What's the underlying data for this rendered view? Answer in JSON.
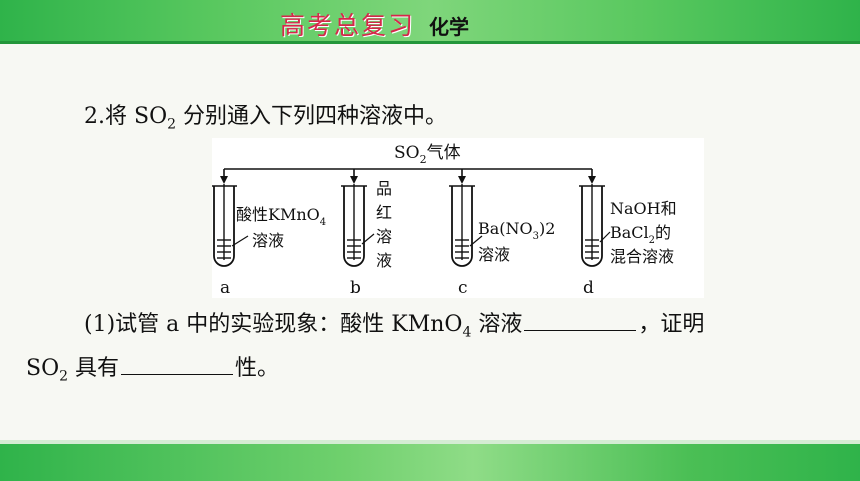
{
  "header": {
    "title": "高考总复习",
    "subject": "化学"
  },
  "question": {
    "number": "2.",
    "intro_prefix": "将 SO",
    "intro_sub": "2",
    "intro_suffix": " 分别通入下列四种溶液中。"
  },
  "figure": {
    "gas_label": "SO",
    "gas_sub": "2",
    "gas_suffix": "气体",
    "tubes": [
      {
        "letter": "a",
        "label_lines": [
          "酸性KMnO",
          "溶液"
        ],
        "label_sub": "4"
      },
      {
        "letter": "b",
        "label_lines": [
          "品",
          "红",
          "溶",
          "液"
        ]
      },
      {
        "letter": "c",
        "label_lines": [
          "Ba(NO",
          "溶液"
        ],
        "label_sub": "3",
        "label_tail": ")2"
      },
      {
        "letter": "d",
        "label_lines": [
          "NaOH和",
          "BaCl",
          "混合溶液"
        ],
        "label_sub": "2",
        "label_tail": "的"
      }
    ]
  },
  "part1": {
    "prefix": "(1)试管 a 中的实验现象：酸性 KMnO",
    "sub": "4",
    "mid": " 溶液",
    "after_blank": "，证明",
    "line2_prefix": "SO",
    "line2_sub": "2",
    "line2_mid": " 具有",
    "line2_end": "性。"
  },
  "colors": {
    "header_green": "#2fb34a",
    "title_red": "#d5284a"
  }
}
